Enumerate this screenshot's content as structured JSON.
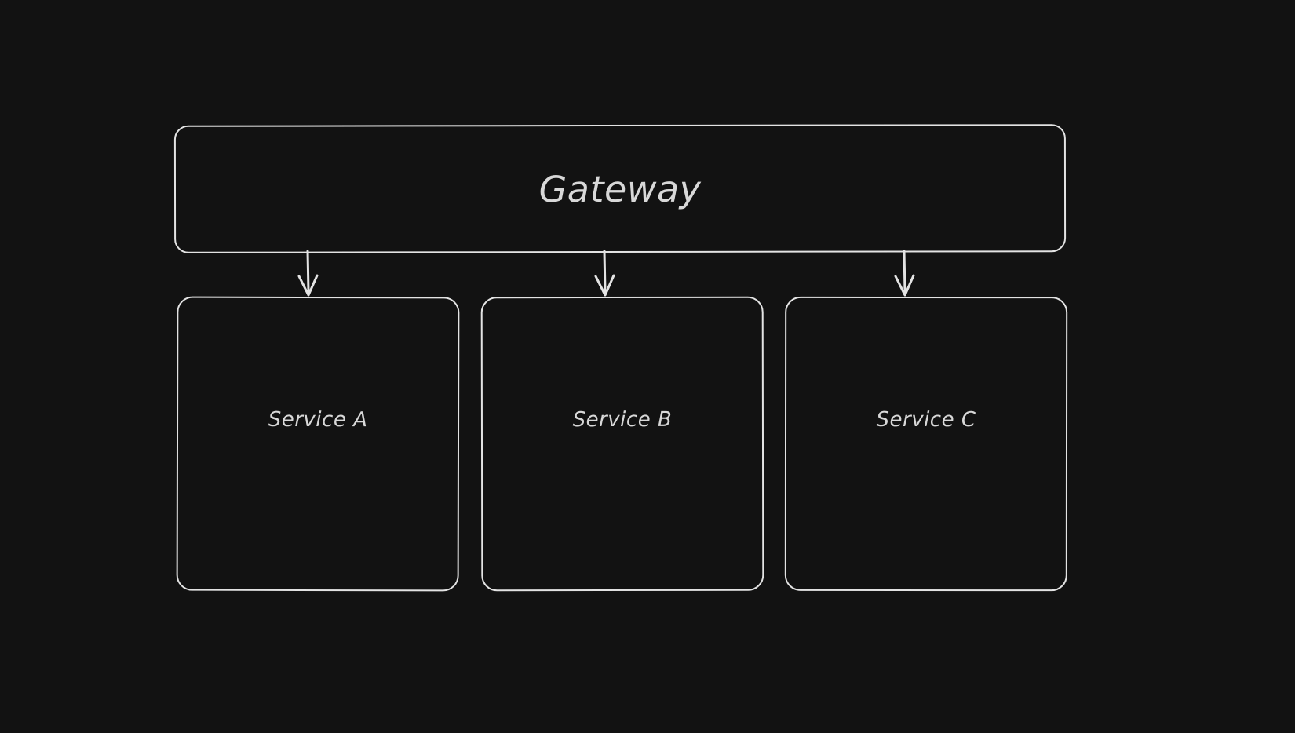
{
  "diagram": {
    "title": "Gateway to Services architecture diagram",
    "style": "hand-drawn-sketch",
    "theme": "dark",
    "background_color": "#121212",
    "stroke_color": "#e3e3e3",
    "text_color": "#d8d8d8",
    "gateway": {
      "label": "Gateway",
      "shape": "rounded-rectangle"
    },
    "services": [
      {
        "label": "Service A",
        "shape": "rounded-rectangle"
      },
      {
        "label": "Service B",
        "shape": "rounded-rectangle"
      },
      {
        "label": "Service C",
        "shape": "rounded-rectangle"
      }
    ],
    "connectors": [
      {
        "from": "Gateway",
        "to": "Service A",
        "type": "arrow-down"
      },
      {
        "from": "Gateway",
        "to": "Service B",
        "type": "arrow-down"
      },
      {
        "from": "Gateway",
        "to": "Service C",
        "type": "arrow-down"
      }
    ]
  }
}
